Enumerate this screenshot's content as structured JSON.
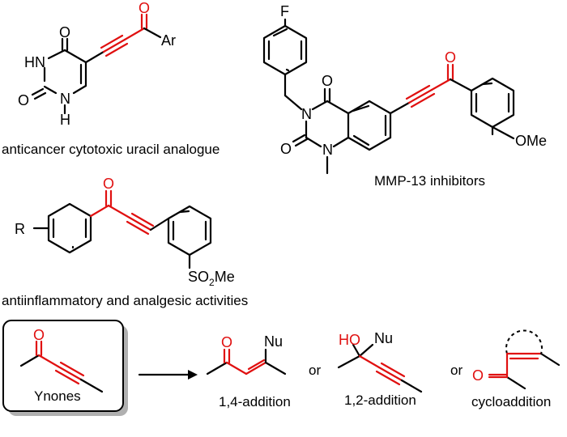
{
  "captions": {
    "uracil": "anticancer cytotoxic uracil analogue",
    "mmp13": "MMP-13 inhibitors",
    "antiinflammatory": "antiinflammatory and analgesic activities",
    "ynones": "Ynones",
    "add14": "1,4-addition",
    "add12": "1,2-addition",
    "cyclo": "cycloaddition",
    "or1": "or",
    "or2": "or"
  },
  "atoms": {
    "uracil_O4": "O",
    "uracil_O2": "O",
    "uracil_HN": "HN",
    "uracil_N": "N",
    "uracil_H": "H",
    "uracil_Oketone": "O",
    "uracil_Ar": "Ar",
    "mmp_F": "F",
    "mmp_O4": "O",
    "mmp_O2": "O",
    "mmp_N3": "N",
    "mmp_N1": "N",
    "mmp_Oketone": "O",
    "mmp_OMe": "OMe",
    "anti_R": "R",
    "anti_O": "O",
    "anti_SO": "SO",
    "anti_2": "2",
    "anti_Me": "Me",
    "yn_O": "O",
    "a14_O": "O",
    "a14_Nu": "Nu",
    "a12_HO": "HO",
    "a12_Nu": "Nu",
    "cy_O": "O"
  },
  "colors": {
    "highlight": "#e01010",
    "bond": "#000000",
    "box_shadow": "#b0b0b0"
  }
}
